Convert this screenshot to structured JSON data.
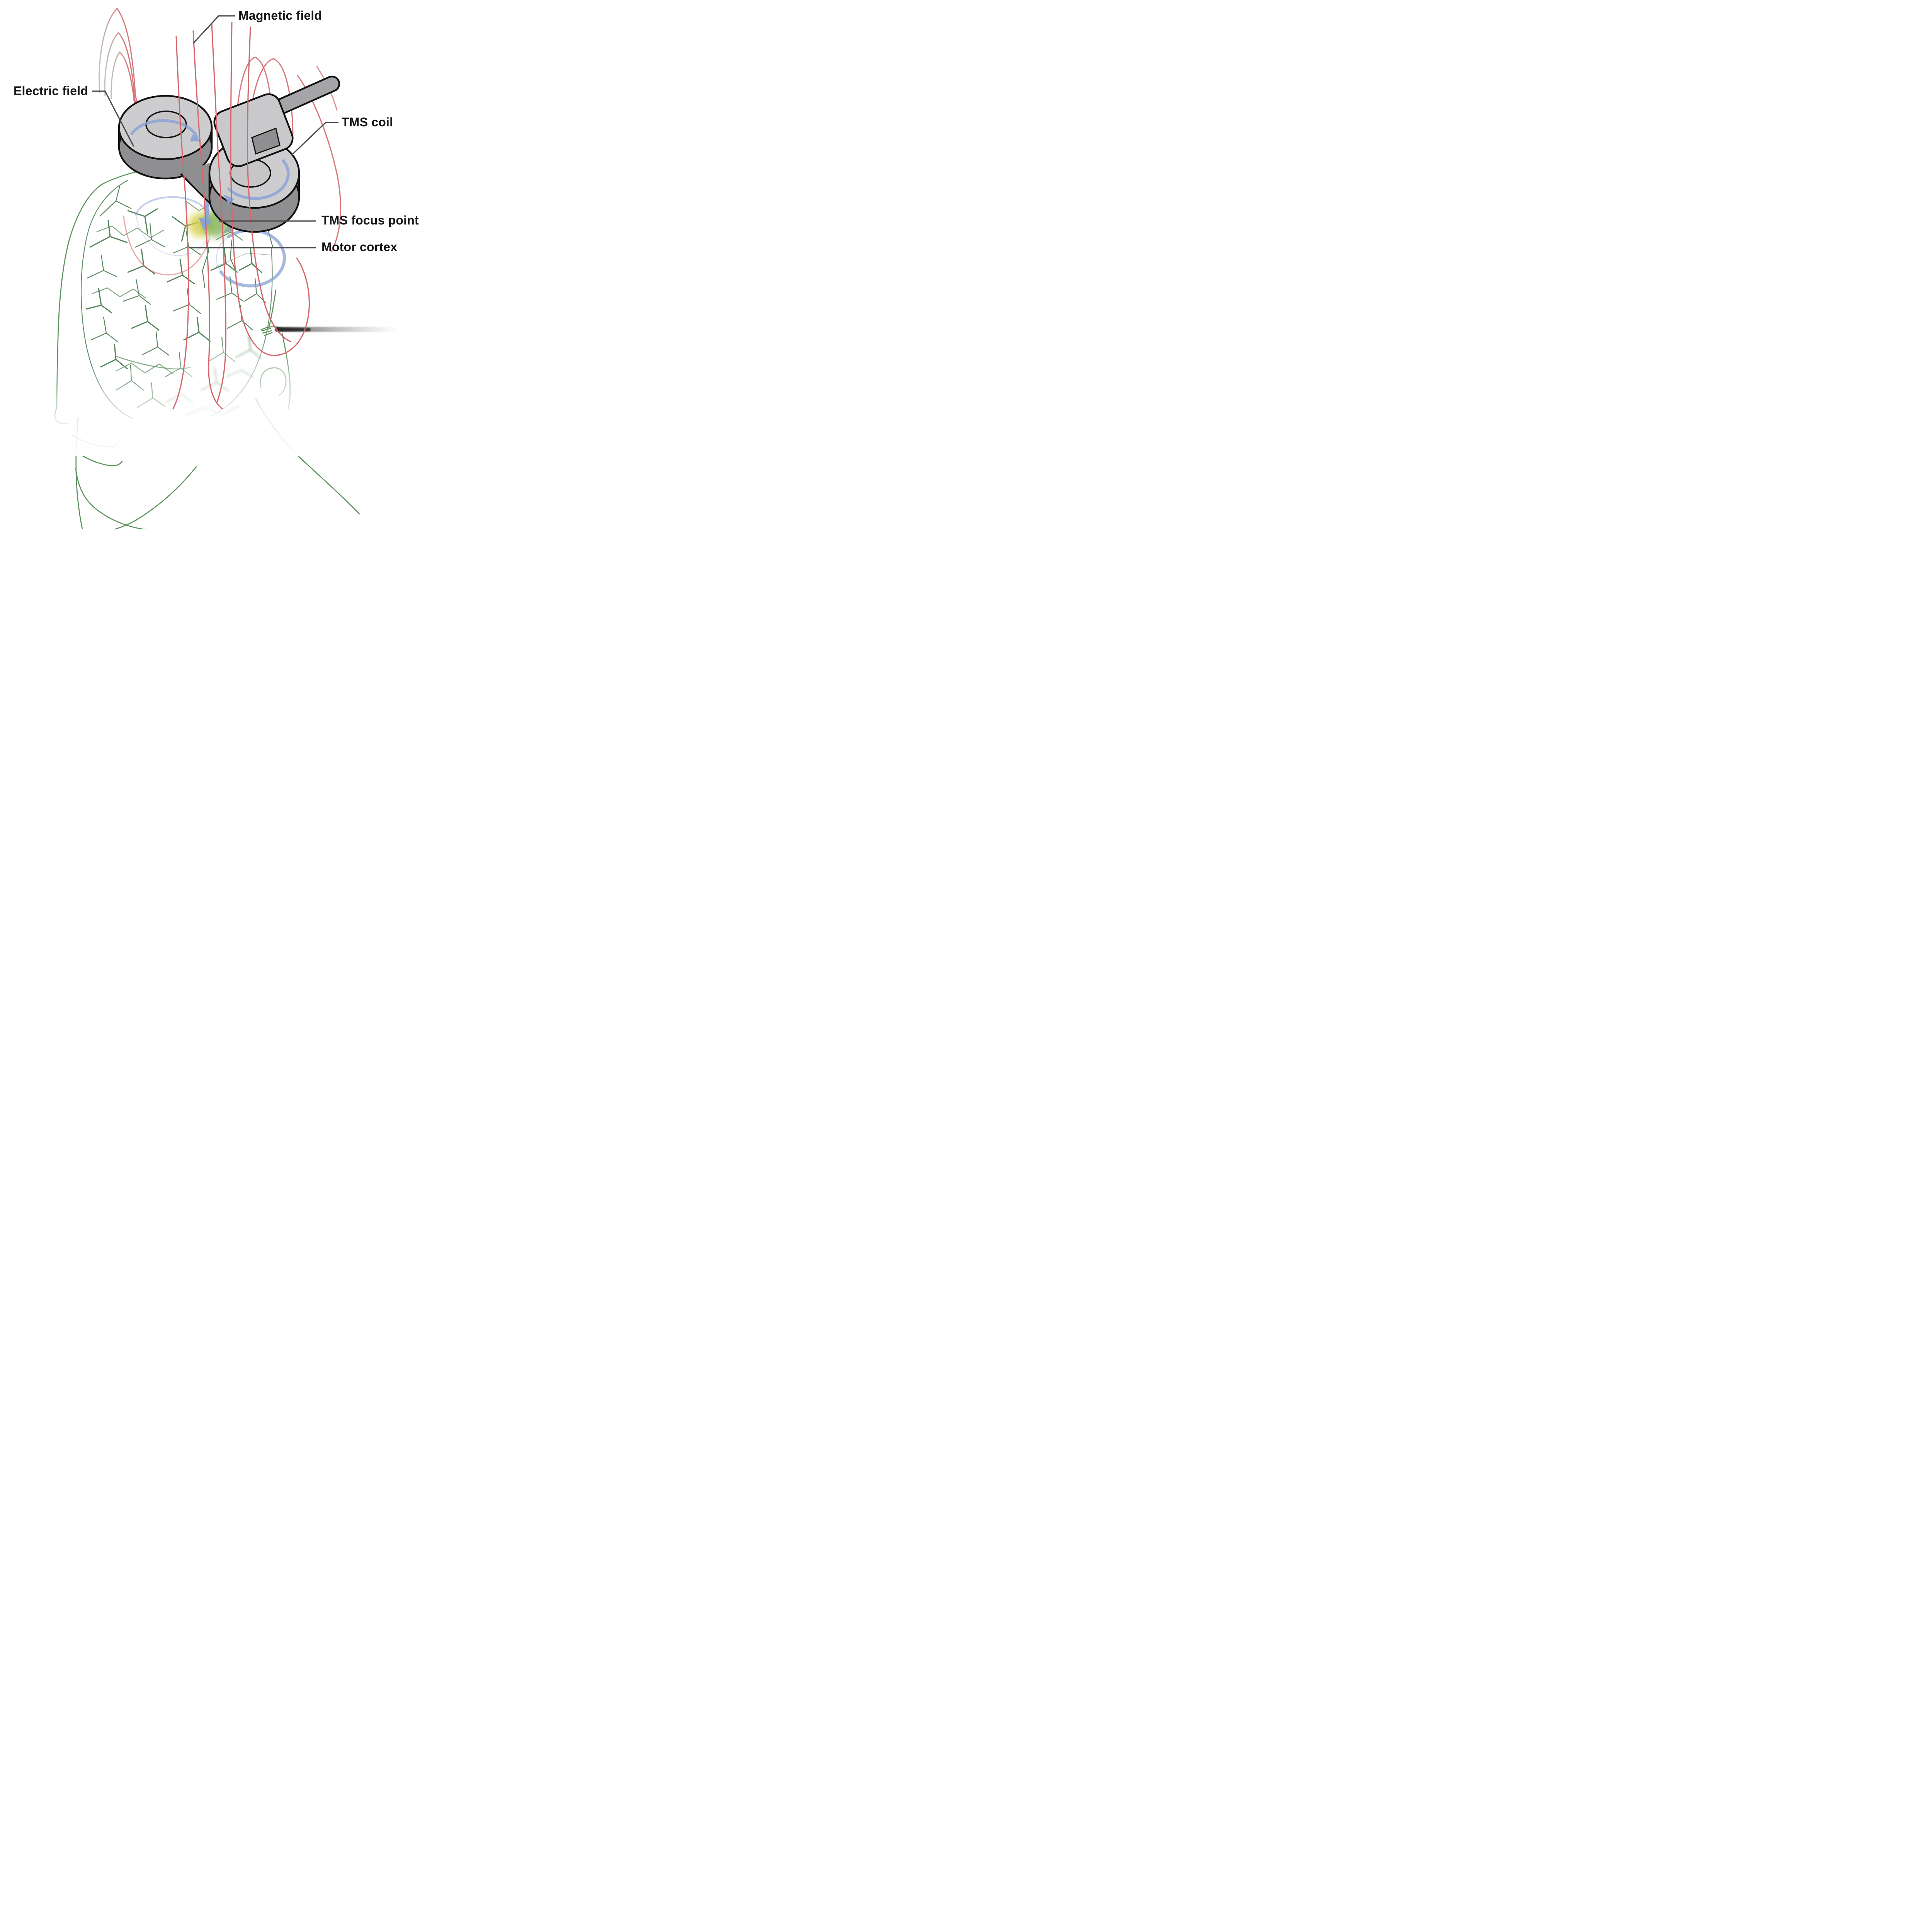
{
  "figure": {
    "type": "medical-illustration",
    "background": "#ffffff"
  },
  "labels": {
    "magnetic_field": "Magnetic field",
    "electric_field": "Electric field",
    "tms_coil": "TMS coil",
    "tms_focus_point": "TMS focus point",
    "motor_cortex": "Motor cortex"
  },
  "colors": {
    "label_text": "#161616",
    "leader_gray": "#4a4a4a",
    "field_line_red": "#d4686c",
    "current_blue": "#8aa0d6",
    "anatomy_green": "#5d935d",
    "brain_green": "#4a7c50",
    "coil_top_gray": "#cdcdcf",
    "coil_side_gray": "#8f8f91",
    "coil_hole_gray": "#c6c6c8",
    "handle_gray": "#a5a5a7",
    "outline_black": "#111111",
    "focus_yellow": "#d6cf4a",
    "focus_green": "#79ad4b",
    "eye_streak_dark": "#2e2e2e"
  }
}
